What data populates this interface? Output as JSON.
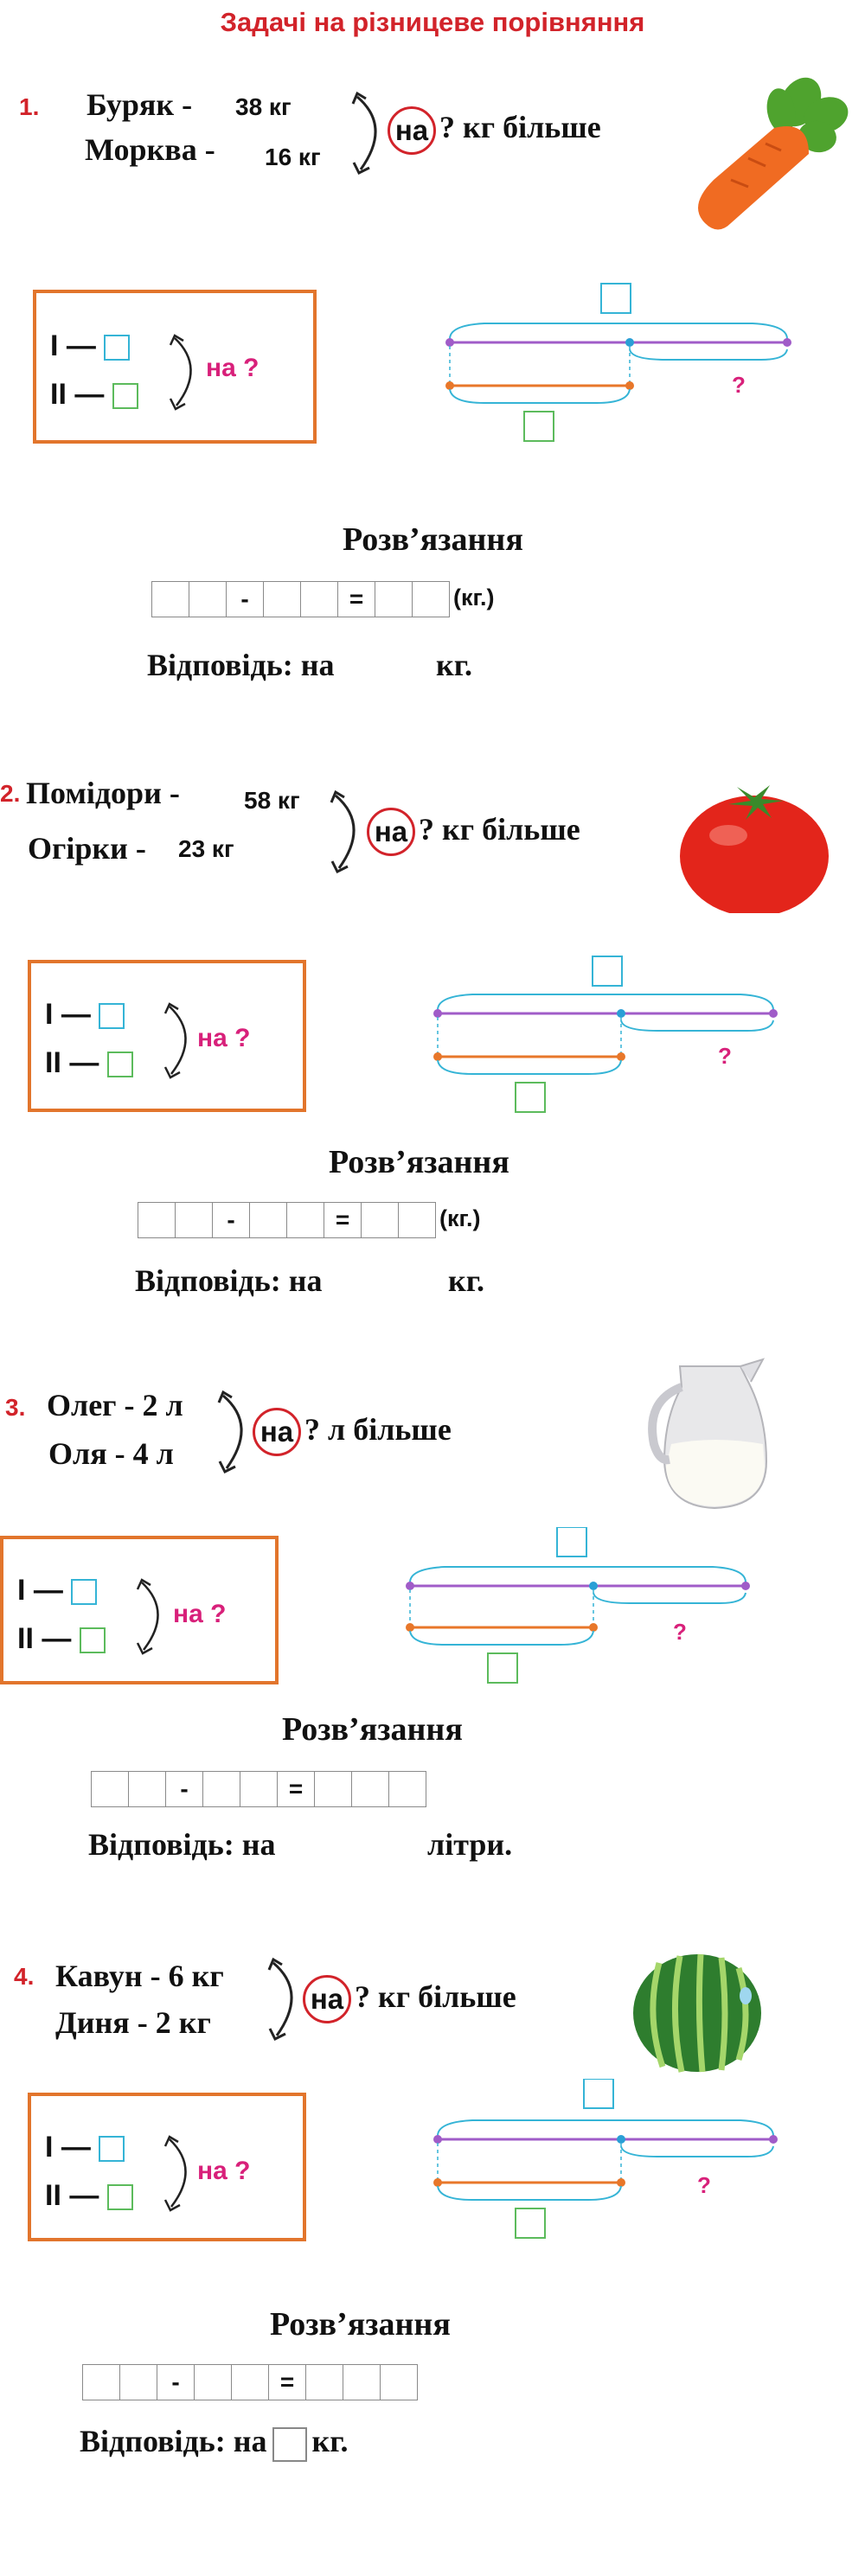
{
  "title": "Задачі на різницеве порівняння",
  "common": {
    "scheme_roman_1": "І —",
    "scheme_roman_2": "ІІ —",
    "scheme_na": "на ?",
    "question_mark": "?",
    "solution_heading": "Розв’язання",
    "minus": "-",
    "equals": "=",
    "answer_prefix": "Відповідь: на"
  },
  "problems": [
    {
      "number": "1.",
      "item1_label": "Буряк -",
      "item1_value": "38 кг",
      "item2_label": "Морква -",
      "item2_value": "16 кг",
      "na": "на",
      "question_rest": "? кг більше",
      "picture": "carrot-image",
      "unit_note": "(кг.)",
      "answer_suffix": "кг."
    },
    {
      "number": "2.",
      "item1_label": "Помідори -",
      "item1_value": "58 кг",
      "item2_label": "Огірки -",
      "item2_value": "23 кг",
      "na": "на",
      "question_rest": "? кг більше",
      "picture": "tomato-image",
      "unit_note": "(кг.)",
      "answer_suffix": "кг."
    },
    {
      "number": "3.",
      "item1_label": "Олег - 2 л",
      "item1_value": "",
      "item2_label": "Оля - 4 л",
      "item2_value": "",
      "na": "на",
      "question_rest": "? л більше",
      "picture": "milk-jug-image",
      "unit_note": "",
      "answer_suffix": "літри."
    },
    {
      "number": "4.",
      "item1_label": "Кавун - 6 кг",
      "item1_value": "",
      "item2_label": "Диня - 2 кг",
      "item2_value": "",
      "na": "на",
      "question_rest": "? кг більше",
      "picture": "watermelon-image",
      "unit_note": "",
      "answer_suffix": "кг."
    }
  ],
  "colors": {
    "title_red": "#d2232a",
    "frame_orange": "#e2752c",
    "purple_line": "#a05cc8",
    "orange_line": "#e8772a",
    "blue_brace": "#35b4d6",
    "green_box": "#5cbb5c",
    "magenta_text": "#d8207a"
  }
}
